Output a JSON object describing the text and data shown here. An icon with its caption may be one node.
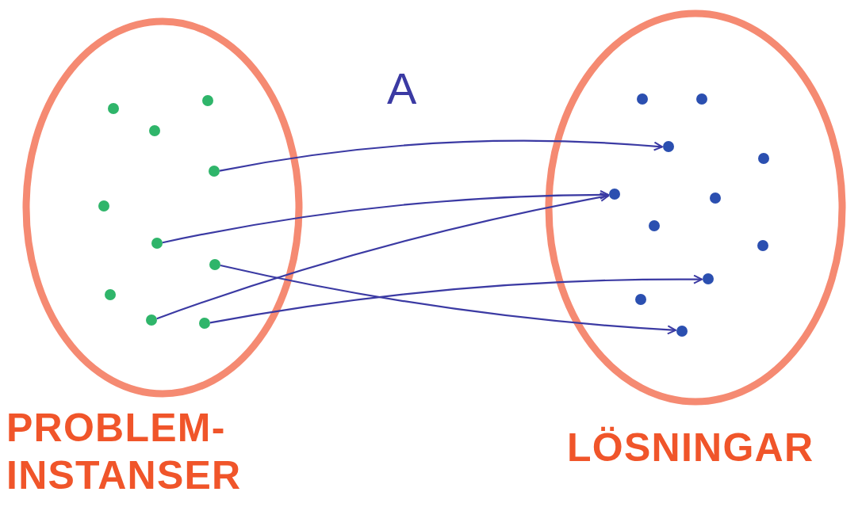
{
  "diagram": {
    "nodes": [
      {
        "text": [
          "PROBLEM- INSTANSER"
        ]
      },
      {
        "text": [
          "LÖSNINGAR"
        ]
      },
      {
        "text": [],
        "shape": "circle",
        "in": 0
      },
      {
        "text": [],
        "shape": "circle",
        "in": 0
      },
      {
        "text": [],
        "shape": "circle",
        "in": 0
      },
      {
        "text": [],
        "shape": "circle",
        "in": 0
      },
      {
        "text": [],
        "shape": "circle",
        "in": 0
      },
      {
        "text": [],
        "shape": "circle",
        "in": 0
      },
      {
        "text": [],
        "shape": "circle",
        "in": 0
      },
      {
        "text": [],
        "shape": "circle",
        "in": 0
      },
      {
        "text": [],
        "shape": "circle",
        "in": 0
      },
      {
        "text": [],
        "shape": "circle",
        "in": 0
      },
      {
        "text": [],
        "shape": "circle",
        "in": 1
      },
      {
        "text": [],
        "shape": "circle",
        "in": 1
      },
      {
        "text": [],
        "shape": "circle",
        "in": 1
      },
      {
        "text": [],
        "shape": "circle",
        "in": 1
      },
      {
        "text": [],
        "shape": "circle",
        "in": 1
      },
      {
        "text": [],
        "shape": "circle",
        "in": 1
      },
      {
        "text": [],
        "shape": "circle",
        "in": 1
      },
      {
        "text": [],
        "shape": "circle",
        "in": 1
      },
      {
        "text": [],
        "shape": "circle",
        "in": 1
      },
      {
        "text": [],
        "shape": "circle",
        "in": 1
      },
      {
        "text": [],
        "shape": "circle",
        "in": 1
      }
    ],
    "edges": [
      {
        "from": 5,
        "to": 14,
        "arrow": "to"
      },
      {
        "from": 7,
        "to": 16,
        "arrow": "to"
      },
      {
        "from": 10,
        "to": 16,
        "arrow": "to"
      },
      {
        "from": 8,
        "to": 22,
        "arrow": "to"
      },
      {
        "from": 11,
        "to": 20,
        "arrow": "to"
      }
    ],
    "labels": [
      "A"
    ]
  }
}
